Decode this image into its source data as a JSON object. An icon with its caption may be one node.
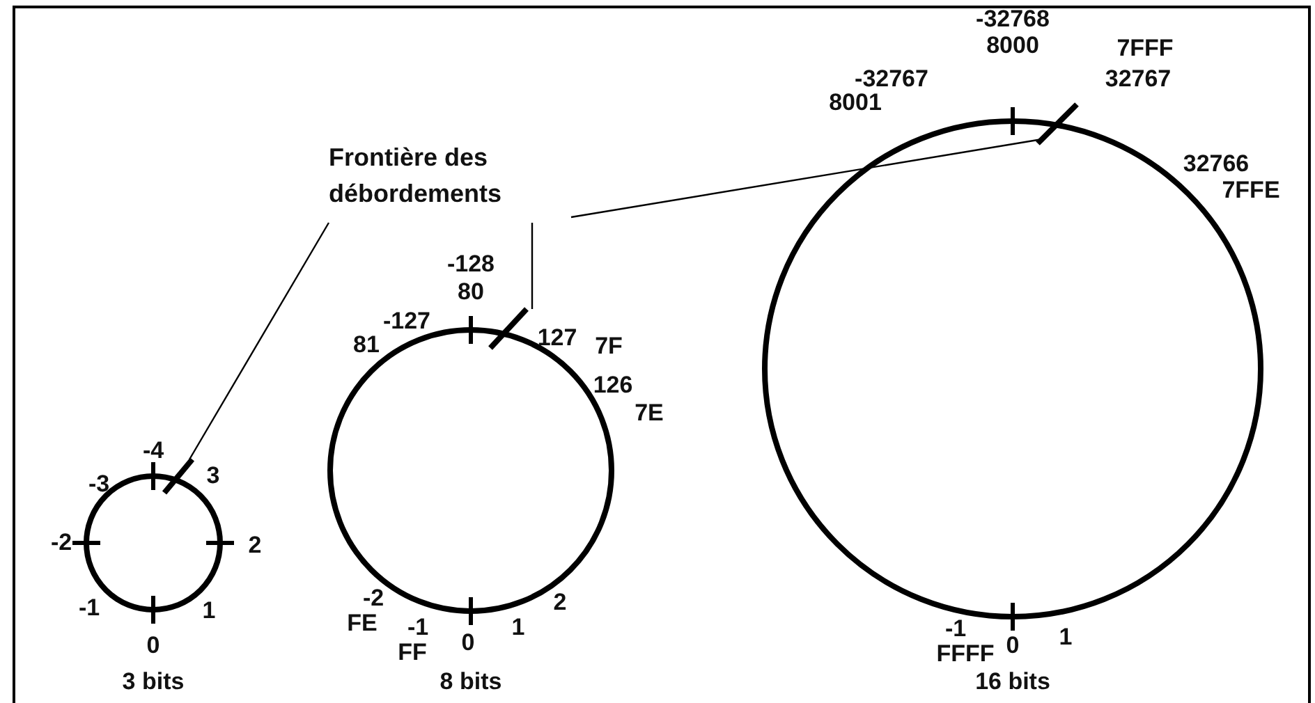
{
  "diagram": {
    "nodes": [
      {
        "text": [
          "Frontière des débordements"
        ]
      },
      {
        "text": [],
        "shape": "bar"
      },
      {
        "text": [],
        "shape": "bar"
      },
      {
        "text": [],
        "shape": "bar"
      }
    ],
    "edges": [
      {
        "from": 0,
        "to": 1,
        "arrow": "none"
      },
      {
        "from": 0,
        "to": 2,
        "arrow": "none"
      },
      {
        "from": 0,
        "to": 3,
        "arrow": "none"
      }
    ],
    "labels": [
      "-32768",
      "8000",
      "7FFF",
      "-32767",
      "32767",
      "8001",
      "32766",
      "7FFE",
      "-128",
      "80",
      "-127",
      "81",
      "127",
      "7F",
      "126",
      "7E",
      "-4",
      "-3",
      "3",
      "-2",
      "2",
      "-1",
      "1",
      "0",
      "-2",
      "2",
      "FE",
      "-1",
      "0",
      "1",
      "FF",
      "-1",
      "0",
      "1",
      "FFFF",
      "3 bits",
      "8 bits",
      "16 bits"
    ]
  }
}
